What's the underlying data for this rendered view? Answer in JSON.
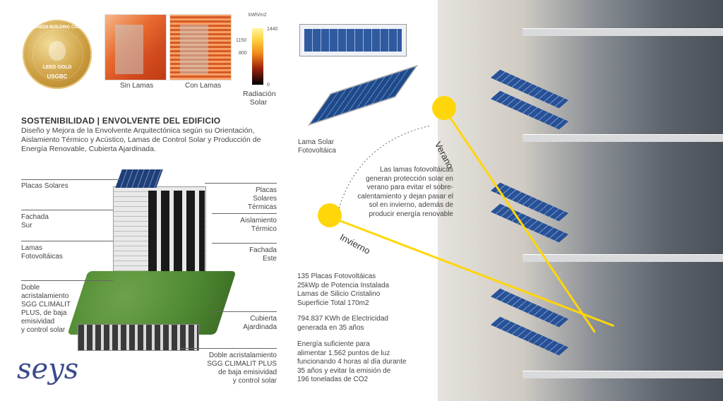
{
  "seal": {
    "top_text": "U.S. GREEN BUILDING COUNCIL",
    "middle_text": "LEED GOLD",
    "bottom_text": "USGBC"
  },
  "thermal": {
    "sin_lamas": "Sin Lamas",
    "con_lamas": "Con Lamas",
    "unit": "kWh/m2",
    "scale_max": "1440",
    "scale_1150": "1150",
    "scale_800": "800",
    "scale_min": "0",
    "caption_line1": "Radiación",
    "caption_line2": "Solar"
  },
  "heading": {
    "title": "SOSTENIBILIDAD | ENVOLVENTE DEL EDIFICIO",
    "description": "Diseño y Mejora de la Envolvente Arquitectónica según su Orientación, Aislamiento Térmico y Acústico, Lamas de Control Solar y Producción de Energía Renovable, Cubierta Ajardinada."
  },
  "lama": {
    "caption_line1": "Lama Solar",
    "caption_line2": "Fotovoltáica"
  },
  "building_labels": {
    "placas_solares": "Placas Solares",
    "fachada_sur_1": "Fachada",
    "fachada_sur_2": "Sur",
    "lamas_1": "Lamas",
    "lamas_2": "Fotovoltáicas",
    "doble_left": [
      "Doble",
      "acristalamiento",
      "SGG CLIMALIT",
      "PLUS, de baja",
      "emisividad",
      "y control solar"
    ],
    "placas_termicas_1": "Placas Solares",
    "placas_termicas_2": "Térmicas",
    "aislamiento_1": "Aislamiento",
    "aislamiento_2": "Térmico",
    "fachada_este_1": "Fachada",
    "fachada_este_2": "Este",
    "cubierta_1": "Cubierta",
    "cubierta_2": "Ajardinada",
    "doble_right": [
      "Doble acristalamiento",
      "SGG CLIMALIT PLUS",
      "de baja emisividad",
      "y control solar"
    ]
  },
  "seasons": {
    "verano": "Verano",
    "invierno": "Invierno",
    "explanation": [
      "Las lamas fotovoltáicas",
      "generan  protección solar en",
      "verano para evitar el sobre-",
      "calentamiento y dejan pasar el",
      "sol en invierno, además de",
      "producir energía renovable"
    ]
  },
  "stats": {
    "block1": [
      "135 Placas Fotovoltáicas",
      "25kWp de Potencia Instalada",
      "Lamas de Silicio Cristalino",
      "Superficie Total 170m2"
    ],
    "block2": [
      "794.837 KWh de Electricidad",
      "generada en 35 años"
    ],
    "block3": [
      "Energía suficiente para",
      "alimentar 1.562 puntos de luz",
      "funcionando 4 horas al día durante",
      "35 años y evitar  la emisión de",
      "196 toneladas de CO2"
    ]
  },
  "brand": {
    "logo": "seys"
  },
  "colors": {
    "sun": "#ffd60a",
    "panel_blue": "#1f4b96",
    "seal_gold": "#c99a3b",
    "logo_blue": "#3a4a8a"
  }
}
